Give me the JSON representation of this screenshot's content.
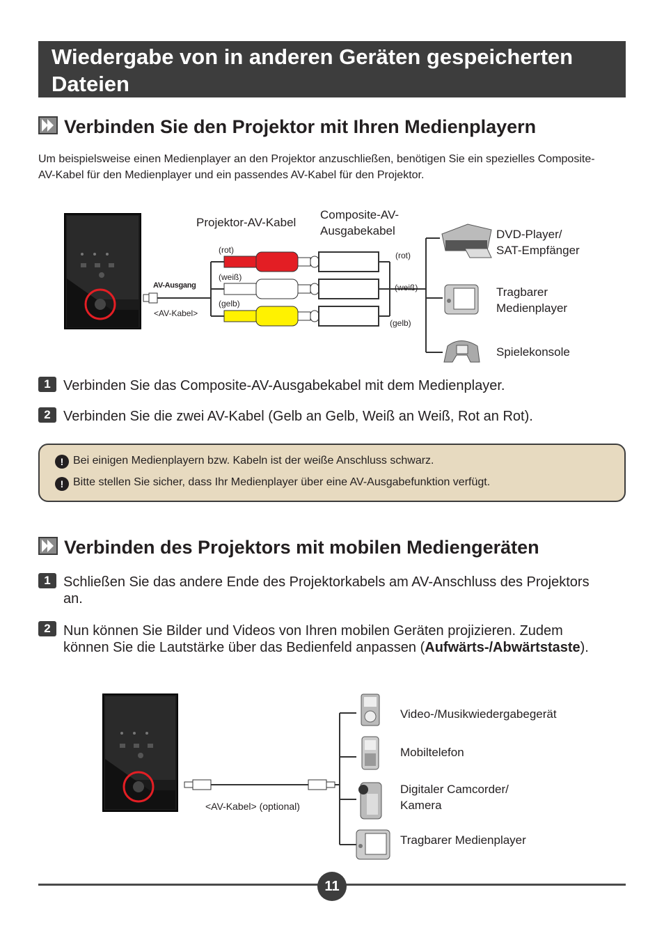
{
  "header": {
    "title": "Wiedergabe von in anderen Geräten gespeicherten Dateien"
  },
  "section1": {
    "heading": "Verbinden Sie den Projektor mit Ihren Medienplayern",
    "intro": "Um beispielsweise einen Medienplayer an den Projektor anzuschließen, benötigen Sie ein spezielles Composite-AV-Kabel für den Medienplayer und ein passendes AV-Kabel für den Projektor.",
    "diagram": {
      "projector_cable_label": "Projektor-AV-Kabel",
      "composite_label": "Composite-AV-Ausgabekabel",
      "av_out_label": "AV-Ausgang",
      "av_cable_label": "<AV-Kabel>",
      "red_left": "(rot)",
      "white_left": "(weiß)",
      "yellow_left": "(gelb)",
      "red_right": "(rot)",
      "white_right": "(weiß)",
      "yellow_right": "(gelb)",
      "device1": "DVD-Player/\nSAT-Empfänger",
      "device2": "Tragbarer\nMedienplayer",
      "device3": "Spielekonsole"
    },
    "steps": [
      {
        "num": "1",
        "text": "Verbinden Sie das Composite-AV-Ausgabekabel mit dem Medienplayer."
      },
      {
        "num": "2",
        "text": "Verbinden Sie die zwei AV-Kabel (Gelb an Gelb, Weiß an Weiß, Rot an Rot)."
      }
    ],
    "notes": [
      "Bei einigen Medienplayern bzw. Kabeln ist der weiße Anschluss schwarz.",
      "Bitte stellen Sie sicher, dass Ihr Medienplayer über eine AV-Ausgabefunktion verfügt."
    ],
    "note_symbol": "!"
  },
  "section2": {
    "heading": "Verbinden des Projektors mit mobilen Mediengeräten",
    "steps": [
      {
        "num": "1",
        "text": "Schließen Sie das andere Ende des Projektorkabels am AV-Anschluss des Projektors an."
      },
      {
        "num": "2",
        "text_before": "Nun können Sie Bilder und Videos von Ihren mobilen Geräten projizieren. Zudem können Sie die Lautstärke über das Bedienfeld anpassen (",
        "text_bold": "Aufwärts-/Abwärtstaste",
        "text_after": ")."
      }
    ],
    "diagram": {
      "cable_label": "<AV-Kabel> (optional)",
      "device1": "Video-/Musikwiedergabegerät",
      "device2": "Mobiltelefon",
      "device3": "Digitaler Camcorder/\nKamera",
      "device4": "Tragbarer Medienplayer"
    }
  },
  "footer": {
    "page_number": "11"
  },
  "colors": {
    "bar": "#3d3d3d",
    "note_bg": "#e7dac0",
    "red": "#e31e24",
    "yellow": "#fff200"
  }
}
